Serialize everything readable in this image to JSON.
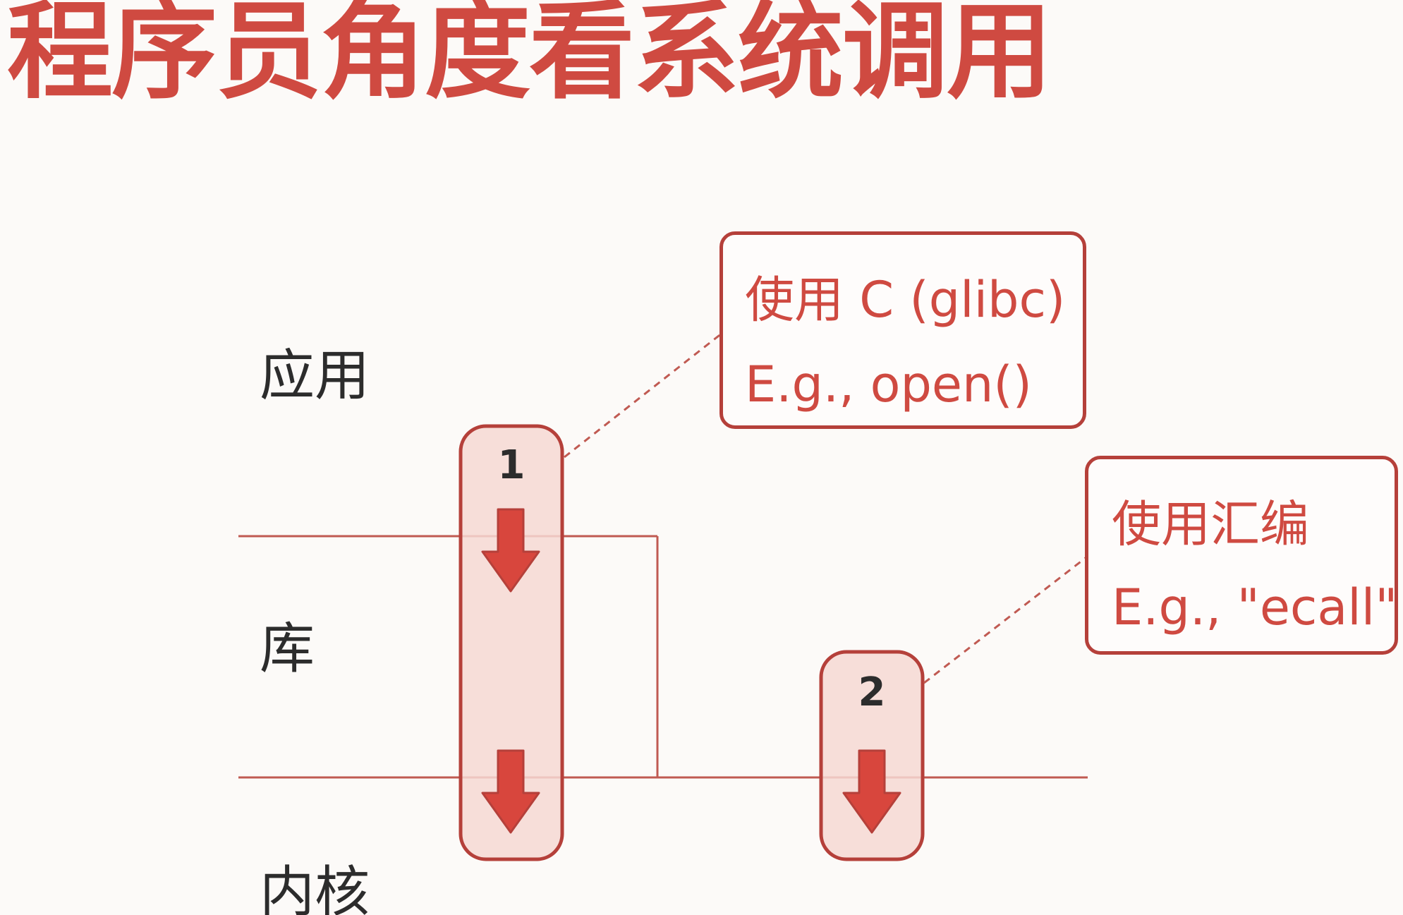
{
  "title": "程序员角度看系统调用",
  "layers": {
    "app": "应用",
    "lib": "库",
    "kernel": "内核"
  },
  "steps": [
    {
      "number": "1"
    },
    {
      "number": "2"
    }
  ],
  "callouts": [
    {
      "line1": "使用 C (glibc)",
      "line2": "E.g., open()"
    },
    {
      "line1": "使用汇编",
      "line2": "E.g., \"ecall\""
    }
  ],
  "colors": {
    "accent": "#cf4a41",
    "border": "#b5403a",
    "fill": "#f6d8d3",
    "line": "#c05a52",
    "text": "#2c2c2c"
  }
}
